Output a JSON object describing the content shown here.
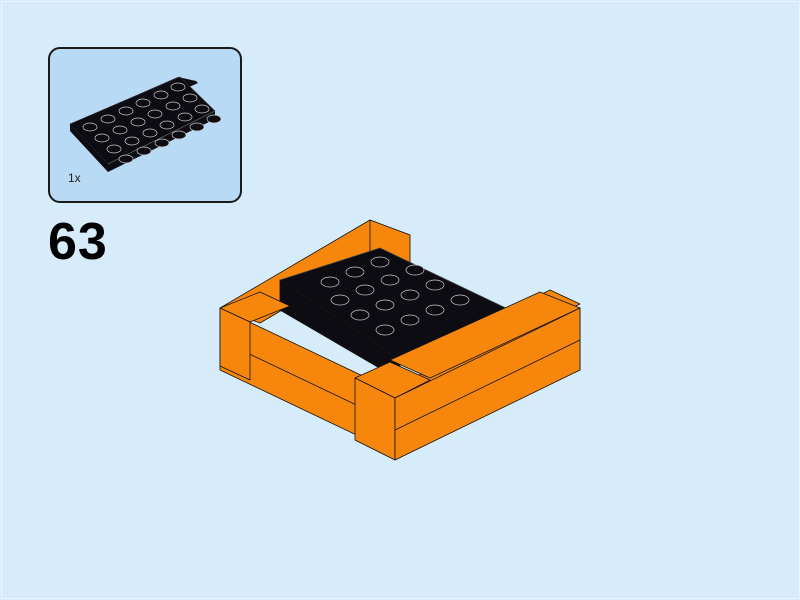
{
  "page": {
    "background_color": "#d6ecfb"
  },
  "parts_callout": {
    "items": [
      {
        "part": "plate-4x6",
        "color": "black",
        "color_hex": "#0c0c12",
        "quantity": "1x"
      }
    ],
    "background_color": "#b9daf5"
  },
  "step": {
    "number": "63"
  },
  "model": {
    "description": "orange brick enclosure with black 4x6 plate placed inside",
    "primary_color_hex": "#f7870c",
    "secondary_color_hex": "#0c0c12"
  }
}
